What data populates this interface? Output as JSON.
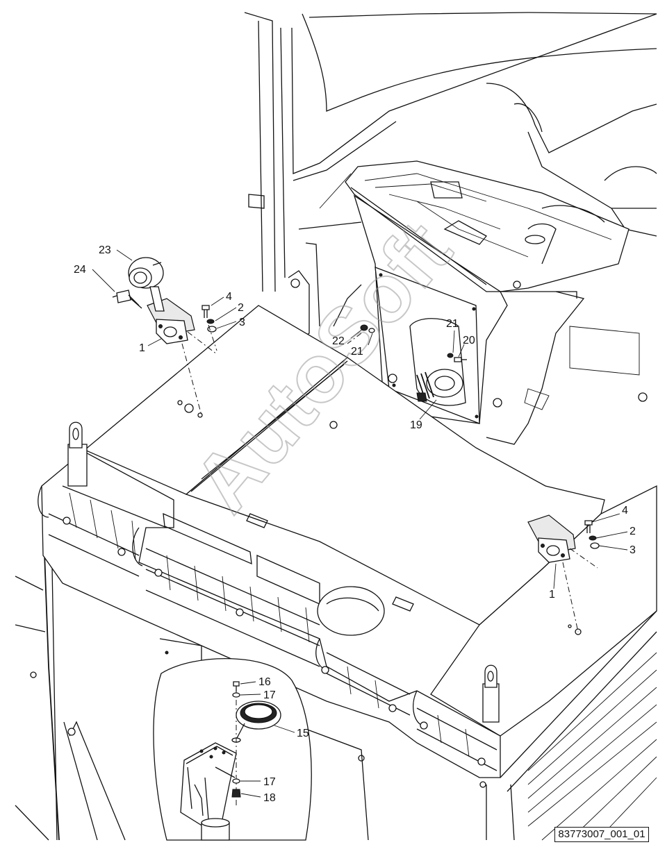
{
  "watermark": "AutoSoft",
  "document_id": "83773007_001_01",
  "callouts": [
    {
      "id": "c23",
      "text": "23"
    },
    {
      "id": "c24",
      "text": "24"
    },
    {
      "id": "c4a",
      "text": "4"
    },
    {
      "id": "c2a",
      "text": "2"
    },
    {
      "id": "c3a",
      "text": "3"
    },
    {
      "id": "c1a",
      "text": "1"
    },
    {
      "id": "c21a",
      "text": "21"
    },
    {
      "id": "c20",
      "text": "20"
    },
    {
      "id": "c22",
      "text": "22"
    },
    {
      "id": "c21b",
      "text": "21"
    },
    {
      "id": "c19",
      "text": "19"
    },
    {
      "id": "c4b",
      "text": "4"
    },
    {
      "id": "c2b",
      "text": "2"
    },
    {
      "id": "c3b",
      "text": "3"
    },
    {
      "id": "c1b",
      "text": "1"
    },
    {
      "id": "c16",
      "text": "16"
    },
    {
      "id": "c17a",
      "text": "17"
    },
    {
      "id": "c15",
      "text": "15"
    },
    {
      "id": "c17b",
      "text": "17"
    },
    {
      "id": "c18",
      "text": "18"
    }
  ]
}
